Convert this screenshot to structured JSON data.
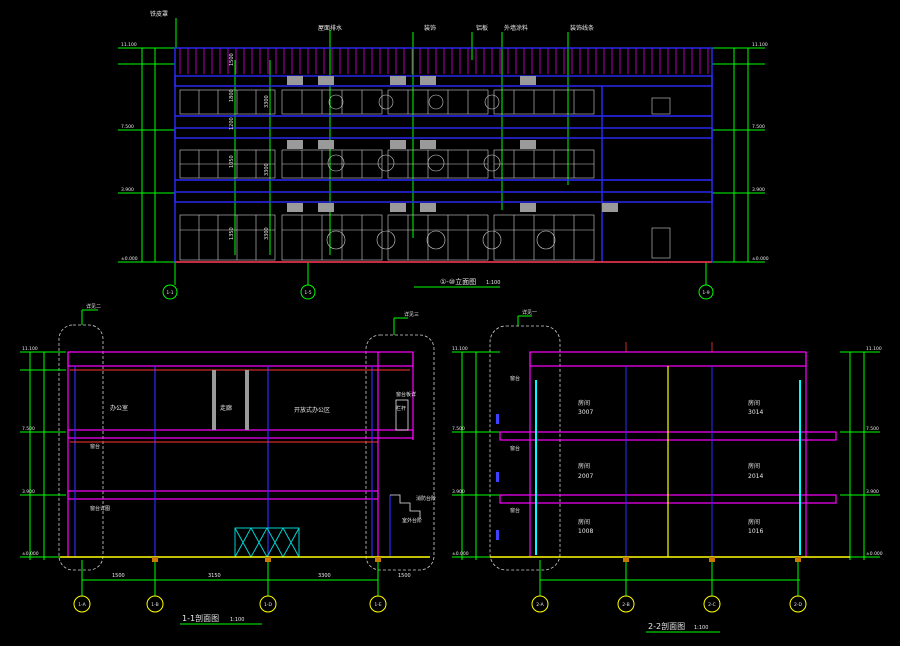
{
  "views": {
    "elevation": {
      "title": "①-⑩立面图",
      "scale": "1:100",
      "axis_left": "1-1",
      "axis_mid": "1-5",
      "axis_right": "1-9",
      "callouts": [
        "屋面排水",
        "装饰",
        "铝板",
        "外墙涂料",
        "装饰线条"
      ],
      "detail_tag": "铁皮罩",
      "dims": [
        "3300",
        "3300",
        "3300",
        "1350",
        "1050",
        "1200",
        "1800",
        "1500"
      ],
      "levels": [
        "11.100",
        "7.500",
        "3.900",
        "±0.000"
      ]
    },
    "section_1": {
      "title": "1-1剖面图",
      "scale": "1:100",
      "axes": [
        "1-A",
        "1-B",
        "1-D",
        "1-E"
      ],
      "dims_bottom": [
        "1500",
        "3150",
        "3300",
        "1500"
      ],
      "rooms": [
        "办公室",
        "走廊",
        "开放式办公区"
      ],
      "detail_left": "详见二",
      "detail_right": "详见三",
      "notes_right": [
        "窗台板详",
        "栏杆",
        "消防台阶",
        "室外台阶"
      ],
      "notes_left": [
        "窗台",
        "窗台详图"
      ],
      "levels": [
        "11.100",
        "7.500",
        "3.900",
        "±0.000"
      ]
    },
    "section_2": {
      "title": "2-2剖面图",
      "scale": "1:100",
      "axes": [
        "2-A",
        "2-B",
        "2-C",
        "2-D"
      ],
      "detail_top": "详见一",
      "rooms_left": [
        "房间",
        "房间",
        "房间"
      ],
      "rooms_left_codes": [
        "3007",
        "2007",
        "1008"
      ],
      "rooms_right": [
        "房间",
        "房间",
        "房间"
      ],
      "rooms_right_codes": [
        "3014",
        "2014",
        "1016"
      ],
      "notes": [
        "窗台",
        "窗台",
        "窗台"
      ],
      "levels": [
        "11.100",
        "7.500",
        "3.900",
        "±0.000"
      ]
    }
  },
  "colors": {
    "background": "#000000",
    "outline": "#0000ff",
    "dimension": "#00ff00",
    "slab": "#ff00ff",
    "ground": "#ff3333",
    "column": "#00ffff",
    "text": "#e8e8e8",
    "highlight": "#ffff00"
  }
}
